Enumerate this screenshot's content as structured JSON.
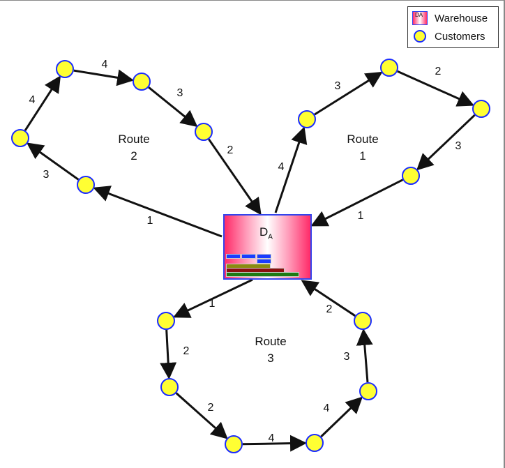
{
  "legend": {
    "warehouse": "Warehouse",
    "customers": "Customers",
    "warehouse_icon_text": "DA"
  },
  "warehouse": {
    "label": "D",
    "subscript": "A"
  },
  "colors": {
    "customer_fill": "#ffff33",
    "customer_stroke": "#1a2bff",
    "edge": "#111111",
    "warehouse_gradient": "#ff2a68"
  },
  "routes": [
    {
      "name_line1": "Route",
      "name_line2": "1",
      "edges": [
        "4",
        "3",
        "2",
        "3",
        "1"
      ]
    },
    {
      "name_line1": "Route",
      "name_line2": "2",
      "edges": [
        "1",
        "3",
        "4",
        "4",
        "3",
        "2"
      ]
    },
    {
      "name_line1": "Route",
      "name_line2": "3",
      "edges": [
        "1",
        "2",
        "2",
        "4",
        "4",
        "3",
        "2"
      ]
    }
  ]
}
